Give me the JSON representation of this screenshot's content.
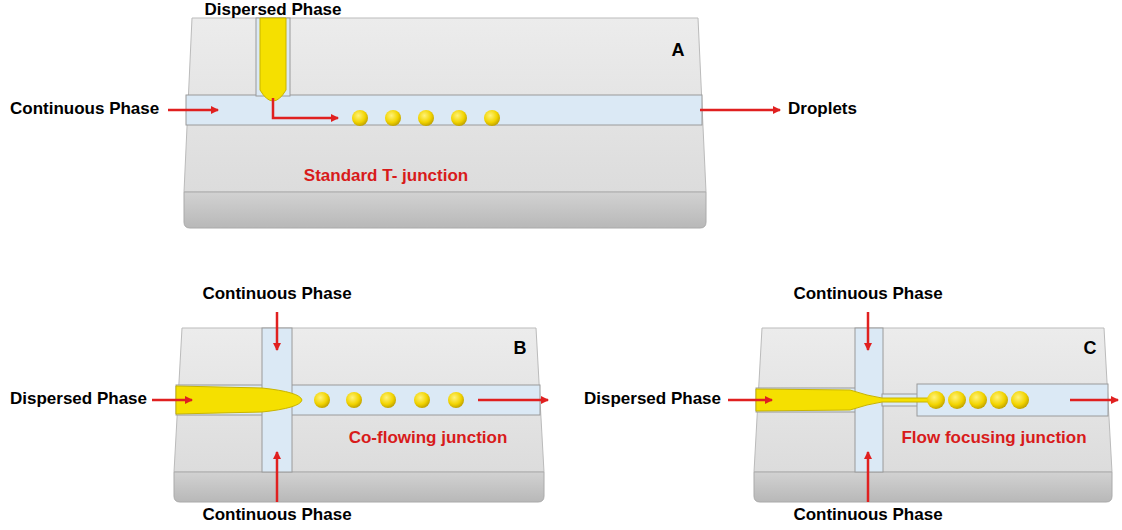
{
  "diagram": {
    "nodes": [
      {
        "text": [
          "A",
          "Standard T- junction"
        ]
      },
      {
        "text": [
          "B",
          "Co-flowing junction"
        ]
      },
      {
        "text": [
          "C",
          "Flow focusing junction"
        ]
      }
    ],
    "labels": [
      "Dispersed Phase",
      "Continuous Phase",
      "Droplets",
      "Continuous Phase",
      "Continuous Phase",
      "Dispersed Phase",
      "Dispersed Phase",
      "Continuous Phase",
      "Continuous Phase"
    ]
  }
}
